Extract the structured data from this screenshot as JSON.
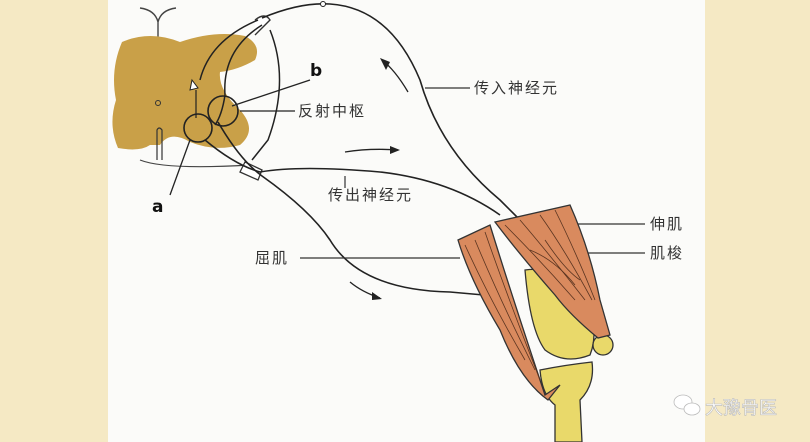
{
  "labels": {
    "b": "b",
    "a": "a",
    "reflex_center": "反射中枢",
    "afferent_neuron": "传入神经元",
    "efferent_neuron": "传出神经元",
    "flexor": "屈肌",
    "extensor": "伸肌",
    "muscle_spindle": "肌梭"
  },
  "watermark": "大豫骨医",
  "colors": {
    "gray_matter": "#c9a048",
    "muscle": "#d98a5e",
    "bone": "#e9d96a",
    "background": "#f5e9c4"
  }
}
